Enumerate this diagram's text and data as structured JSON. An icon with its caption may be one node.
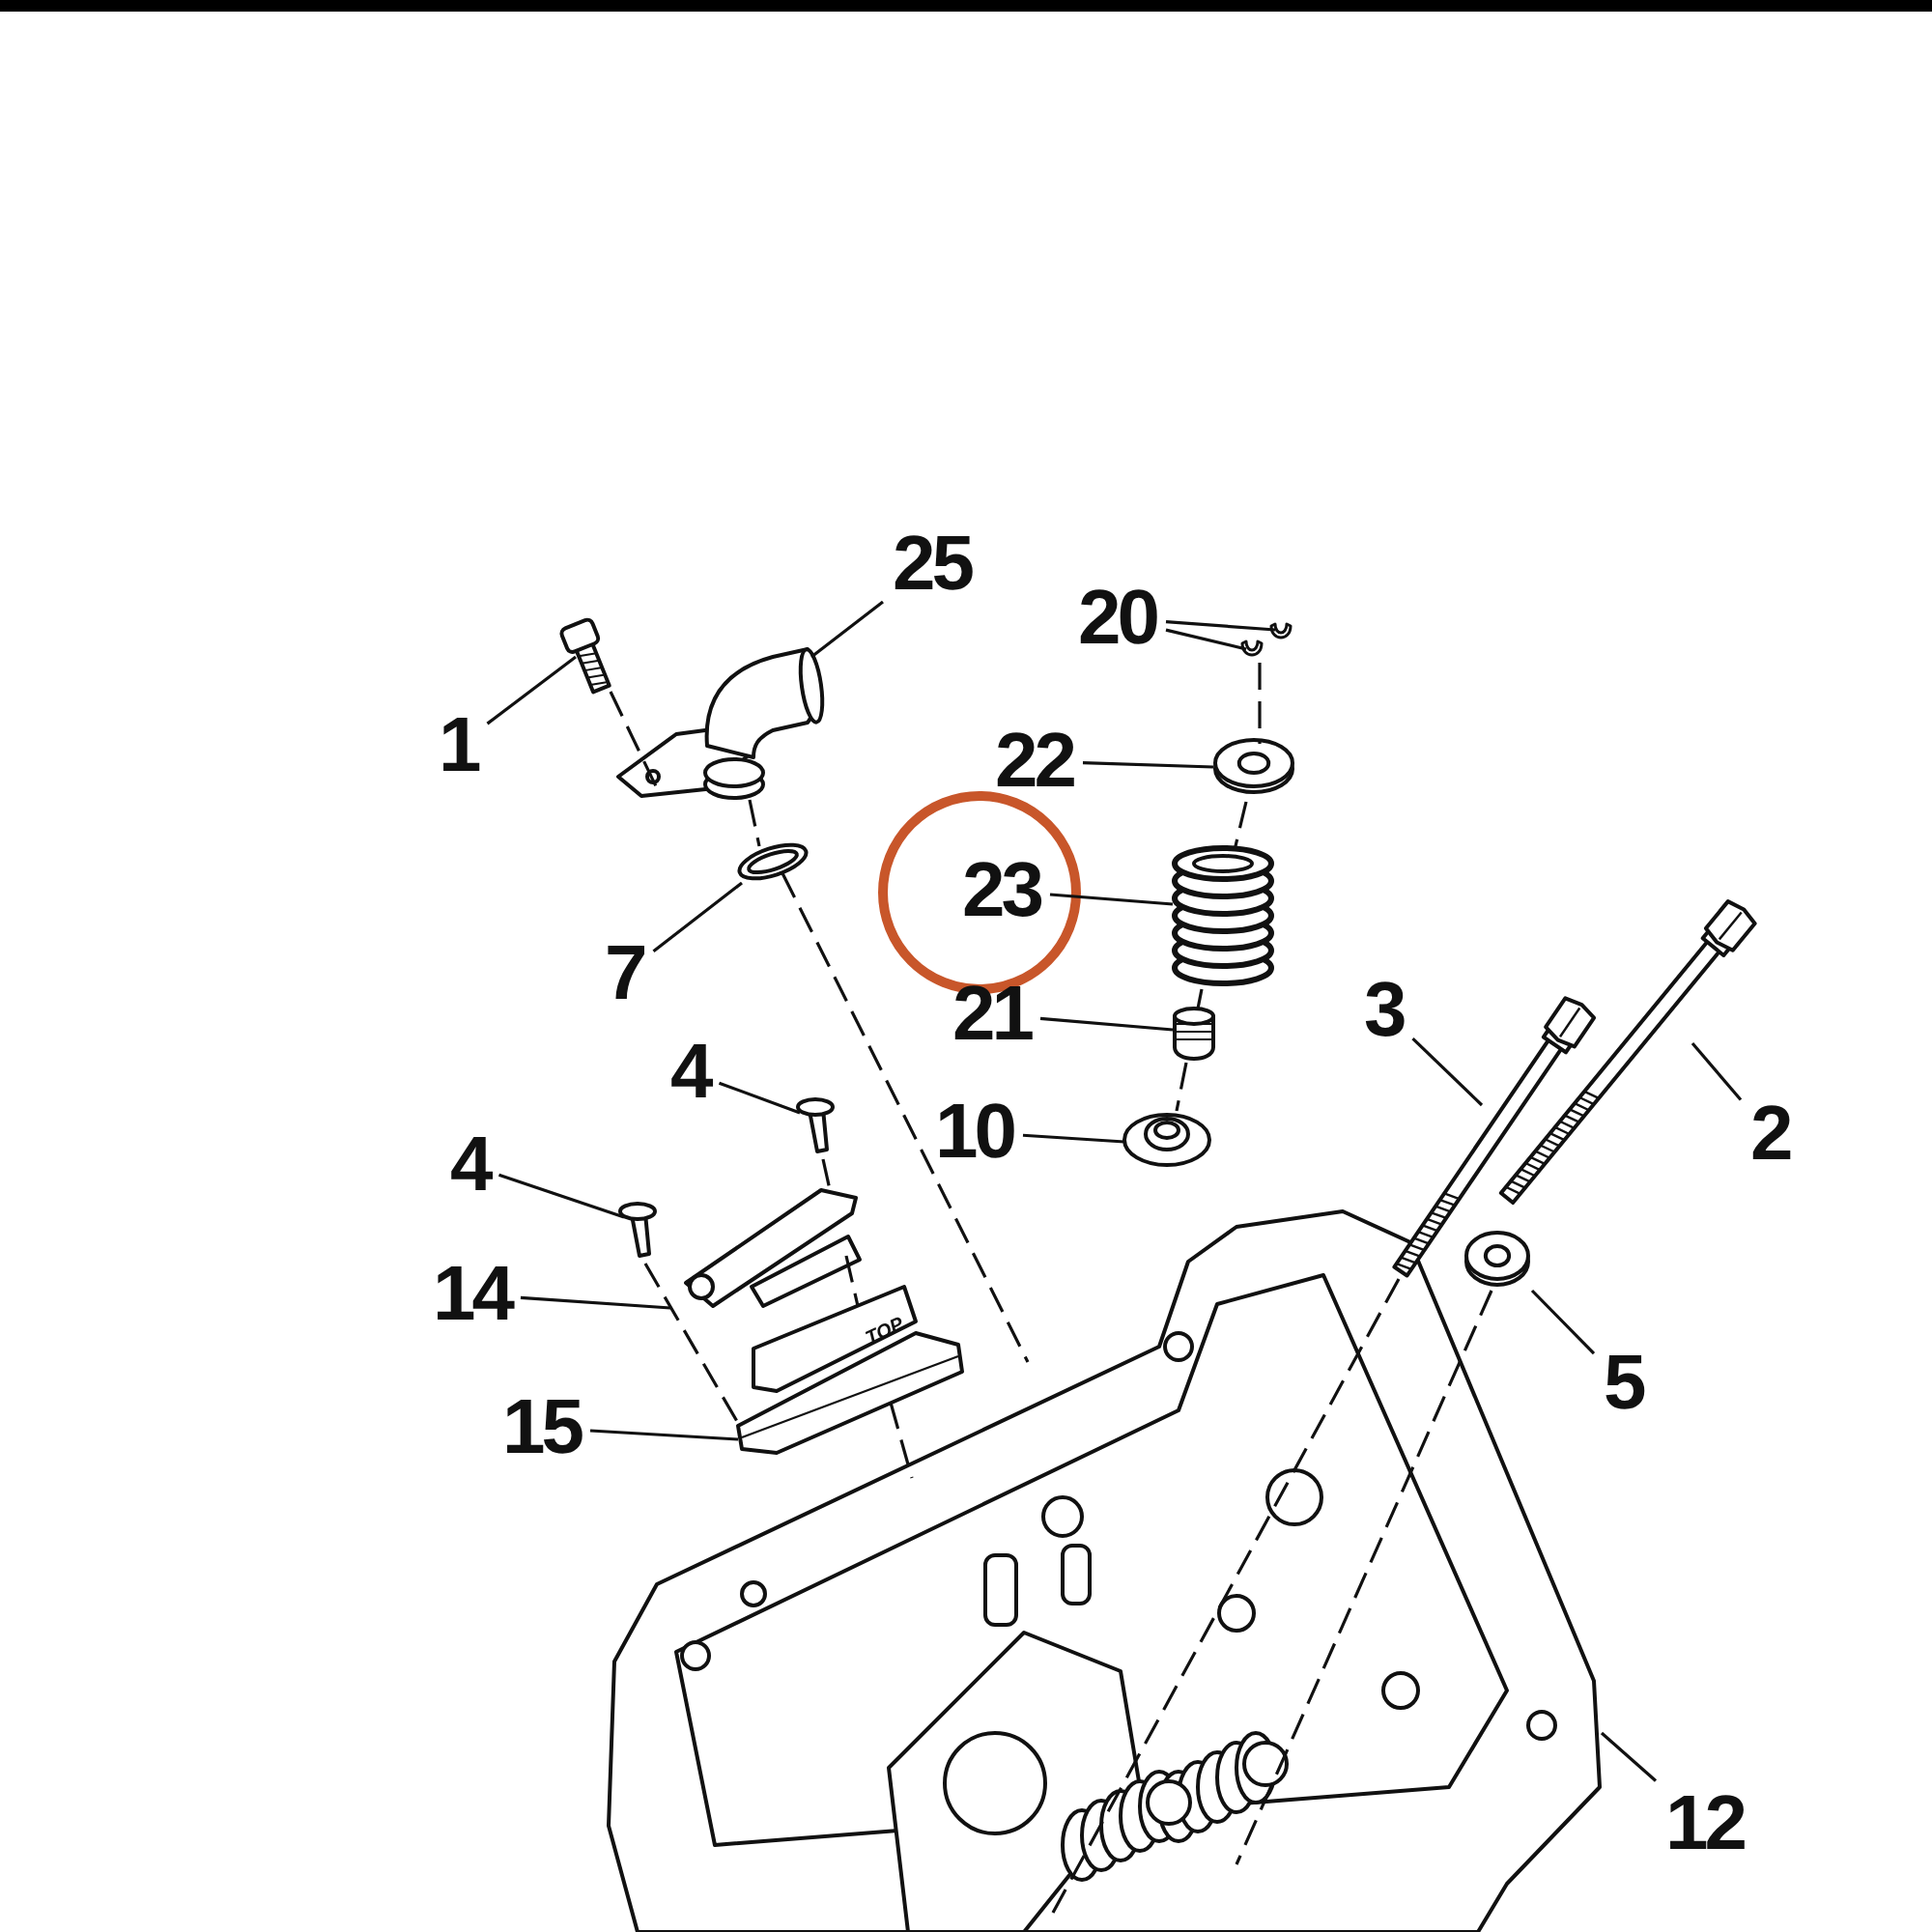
{
  "diagram": {
    "nodes": [
      {
        "text": [
          "25"
        ]
      },
      {
        "text": [],
        "shape": "picture"
      },
      {
        "text": [
          "20"
        ]
      },
      {
        "text": [],
        "shape": "picture"
      },
      {
        "text": [],
        "shape": "picture"
      },
      {
        "text": [
          "1"
        ]
      },
      {
        "text": [],
        "shape": "picture"
      },
      {
        "text": [
          "22"
        ]
      },
      {
        "text": [],
        "shape": "picture"
      },
      {
        "text": [
          "23"
        ]
      },
      {
        "text": [],
        "shape": "picture"
      },
      {
        "text": [
          "7"
        ]
      },
      {
        "text": [],
        "shape": "picture"
      },
      {
        "text": [
          "21"
        ]
      },
      {
        "text": [],
        "shape": "picture"
      },
      {
        "text": [
          "3"
        ]
      },
      {
        "text": [],
        "shape": "picture"
      },
      {
        "text": [
          "4"
        ]
      },
      {
        "text": [],
        "shape": "picture"
      },
      {
        "text": [
          "2"
        ]
      },
      {
        "text": [],
        "shape": "picture"
      },
      {
        "text": [
          "10"
        ]
      },
      {
        "text": [],
        "shape": "picture"
      },
      {
        "text": [
          "4"
        ]
      },
      {
        "text": [],
        "shape": "picture"
      },
      {
        "text": [
          "14"
        ]
      },
      {
        "text": [],
        "shape": "picture"
      },
      {
        "text": [
          "5"
        ]
      },
      {
        "text": [],
        "shape": "picture"
      },
      {
        "text": [
          "15"
        ]
      },
      {
        "text": [],
        "shape": "picture"
      },
      {
        "text": [
          "12"
        ]
      },
      {
        "text": [],
        "shape": "picture"
      }
    ],
    "edges": [
      {
        "from": 0,
        "to": 1,
        "arrow": "none"
      },
      {
        "from": 2,
        "to": 3,
        "arrow": "none"
      },
      {
        "from": 2,
        "to": 4,
        "arrow": "none"
      },
      {
        "from": 5,
        "to": 6,
        "arrow": "none"
      },
      {
        "from": 7,
        "to": 8,
        "arrow": "none"
      },
      {
        "from": 9,
        "to": 10,
        "arrow": "none"
      },
      {
        "from": 11,
        "to": 12,
        "arrow": "none"
      },
      {
        "from": 13,
        "to": 14,
        "arrow": "none"
      },
      {
        "from": 15,
        "to": 16,
        "arrow": "none"
      },
      {
        "from": 17,
        "to": 18,
        "arrow": "none"
      },
      {
        "from": 19,
        "to": 20,
        "arrow": "none"
      },
      {
        "from": 21,
        "to": 22,
        "arrow": "none"
      },
      {
        "from": 23,
        "to": 24,
        "arrow": "none"
      },
      {
        "from": 25,
        "to": 26,
        "arrow": "none"
      },
      {
        "from": 27,
        "to": 28,
        "arrow": "none"
      },
      {
        "from": 29,
        "to": 30,
        "arrow": "none"
      },
      {
        "from": 31,
        "to": 32,
        "arrow": "none"
      },
      {
        "from": 6,
        "to": 1,
        "arrow": "none",
        "style": "dashed"
      },
      {
        "from": 1,
        "to": 12,
        "arrow": "none",
        "style": "dashed"
      },
      {
        "from": 12,
        "to": 32,
        "arrow": "none",
        "style": "dashed"
      },
      {
        "from": 3,
        "to": 8,
        "arrow": "none",
        "style": "dashed"
      },
      {
        "from": 8,
        "to": 10,
        "arrow": "none",
        "style": "dashed"
      },
      {
        "from": 10,
        "to": 14,
        "arrow": "none",
        "style": "dashed"
      },
      {
        "from": 14,
        "to": 22,
        "arrow": "none",
        "style": "dashed"
      },
      {
        "from": 18,
        "to": 26,
        "arrow": "none",
        "style": "dashed"
      },
      {
        "from": 24,
        "to": 30,
        "arrow": "none",
        "style": "dashed"
      },
      {
        "from": 16,
        "to": 32,
        "arrow": "none",
        "style": "dashed"
      },
      {
        "from": 28,
        "to": 32,
        "arrow": "none",
        "style": "dashed"
      },
      {
        "from": 26,
        "to": 30,
        "arrow": "none",
        "style": "dashed"
      },
      {
        "from": 30,
        "to": 32,
        "arrow": "none",
        "style": "dashed"
      }
    ],
    "labels": [
      "TOP"
    ]
  }
}
